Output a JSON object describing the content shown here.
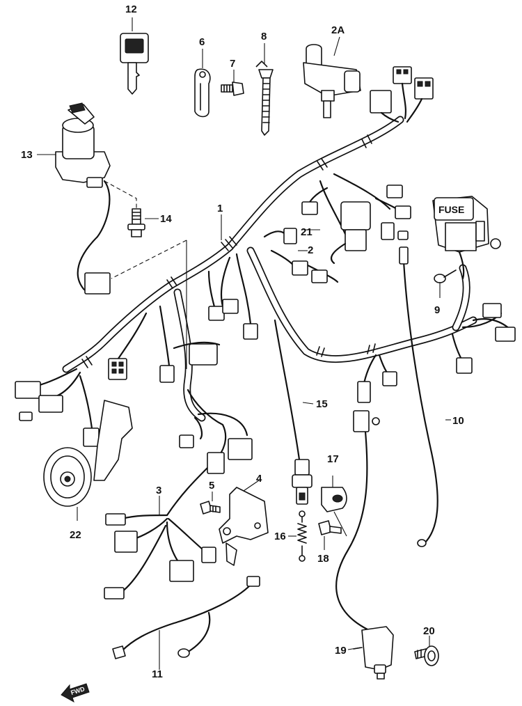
{
  "callouts": {
    "c1": "1",
    "c2": "2",
    "c2a": "2A",
    "c3": "3",
    "c4": "4",
    "c5": "5",
    "c6": "6",
    "c7": "7",
    "c8": "8",
    "c9": "9",
    "c10": "10",
    "c11": "11",
    "c12": "12",
    "c13": "13",
    "c14": "14",
    "c15": "15",
    "c16": "16",
    "c17": "17",
    "c18": "18",
    "c19": "19",
    "c20": "20",
    "c21": "21",
    "c22": "22"
  },
  "fuse_box_label": "FUSE",
  "direction_arrow_label": "FWD"
}
